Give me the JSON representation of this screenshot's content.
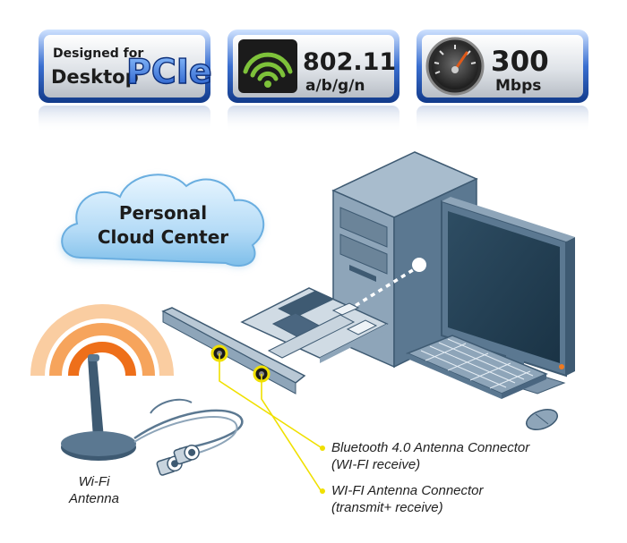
{
  "badges": [
    {
      "line1": "Designed for",
      "line2": "Desktop",
      "big": "PCIe"
    },
    {
      "big": "802.11",
      "sub": "a/b/g/n"
    },
    {
      "big": "300",
      "sub": "Mbps"
    }
  ],
  "cloud": {
    "line1": "Personal",
    "line2": "Cloud Center"
  },
  "labels": {
    "antenna_line1": "Wi-Fi",
    "antenna_line2": "Antenna",
    "bt_line1": "Bluetooth 4.0 Antenna Connector",
    "bt_line2": "(WI-FI receive)",
    "wifi_line1": "WI-FI Antenna Connector",
    "wifi_line2": "(transmit+ receive)"
  },
  "colors": {
    "badge_blue": "#2a5db0",
    "pcie_blue": "#3a7fe0",
    "wifi_green": "#7ec23a",
    "pc_body": "#7d95ab",
    "pc_dark": "#3e5a72",
    "leader_yellow": "#f0e000",
    "signal_orange": "#f07a20"
  }
}
